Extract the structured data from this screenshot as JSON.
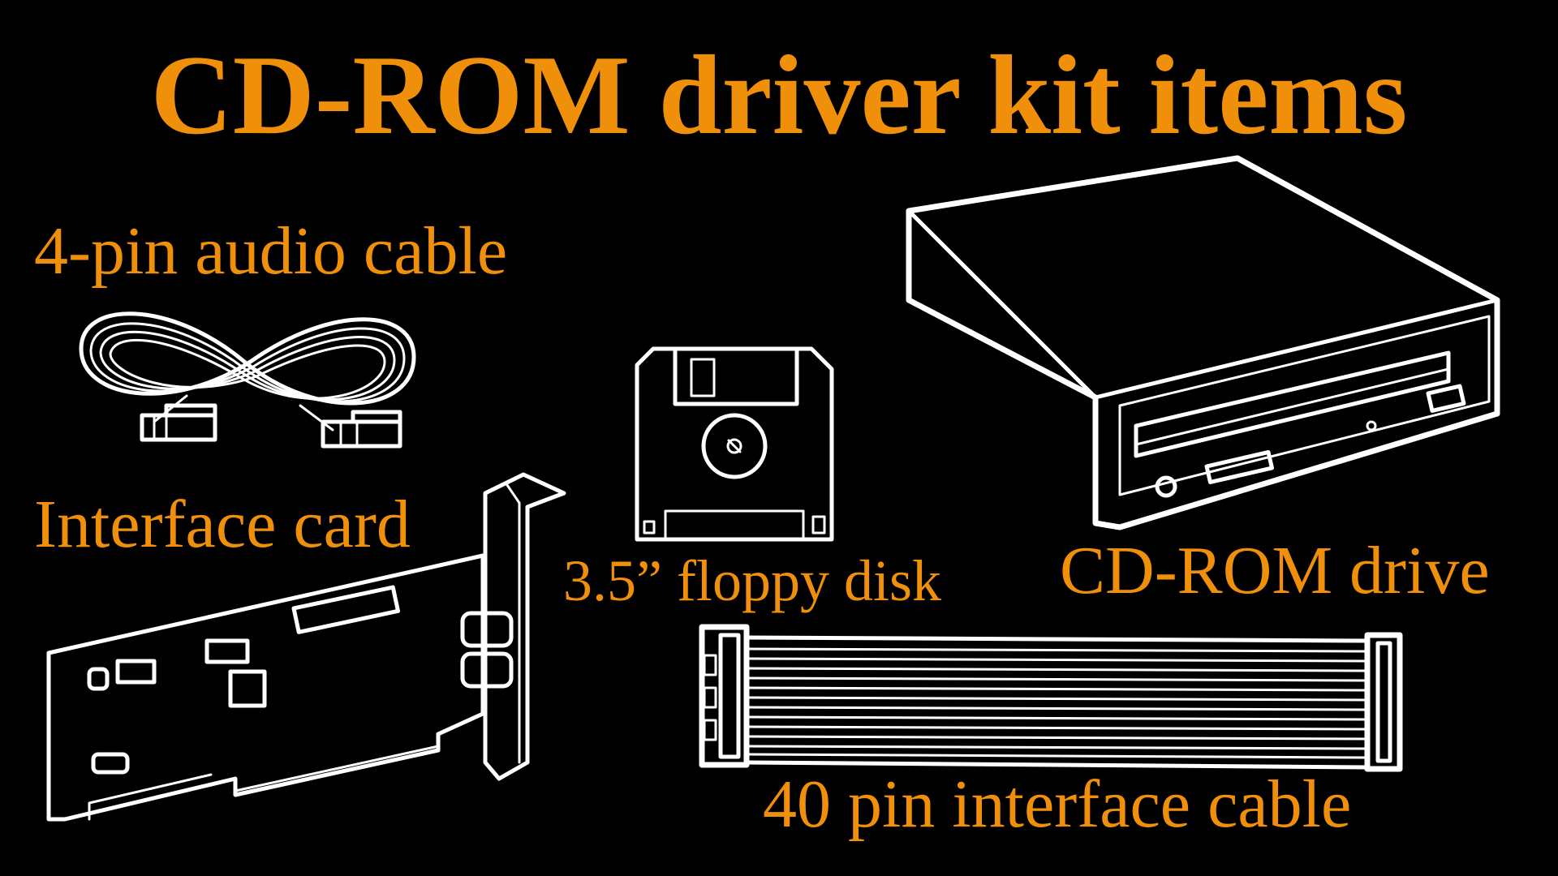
{
  "title": "CD-ROM driver kit items",
  "items": {
    "audio_cable": {
      "label": "4-pin audio cable",
      "icon": "audio-cable-icon"
    },
    "interface_card": {
      "label": "Interface card",
      "icon": "interface-card-icon"
    },
    "floppy_disk": {
      "label": "3.5” floppy disk",
      "icon": "floppy-disk-icon"
    },
    "cdrom_drive": {
      "label": "CD-ROM drive",
      "icon": "cdrom-drive-icon"
    },
    "ribbon_cable": {
      "label": "40 pin interface cable",
      "icon": "ribbon-cable-icon"
    }
  },
  "colors": {
    "background": "#000000",
    "label": "#F0900A",
    "line_art": "#FFFFFF"
  }
}
